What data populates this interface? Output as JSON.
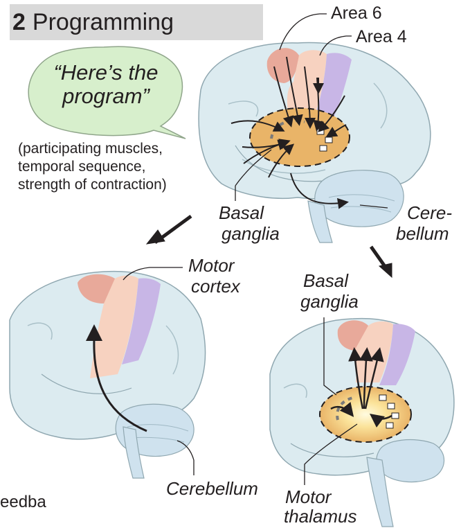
{
  "title": {
    "number": "2",
    "text": "Programming"
  },
  "speech": {
    "line1": "“Here’s the",
    "line2": "program”"
  },
  "program_details": [
    "(participating muscles,",
    "temporal sequence,",
    "strength of contraction)"
  ],
  "labels": {
    "area6": "Area 6",
    "area4": "Area 4",
    "basal_ganglia_top_1": "Basal",
    "basal_ganglia_top_2": "ganglia",
    "cerebellum_top_1": "Cere-",
    "cerebellum_top_2": "bellum",
    "motor_cortex_1": "Motor",
    "motor_cortex_2": "cortex",
    "basal_ganglia_right_1": "Basal",
    "basal_ganglia_right_2": "ganglia",
    "cerebellum_left": "Cerebellum",
    "motor_thalamus_1": "Motor",
    "motor_thalamus_2": "thalamus",
    "cut_text": "eedba"
  },
  "colors": {
    "brain_fill": "#dcebf0",
    "brain_stroke": "#8fa7b0",
    "area6": "#e8a99a",
    "area4": "#f7d2c0",
    "somatosensory": "#c8b6e6",
    "basal_ganglia": "#e9b468",
    "cerebellum": "#cfe2ee",
    "bubble": "#d7efcc",
    "title_bar": "#d9d9d9"
  }
}
